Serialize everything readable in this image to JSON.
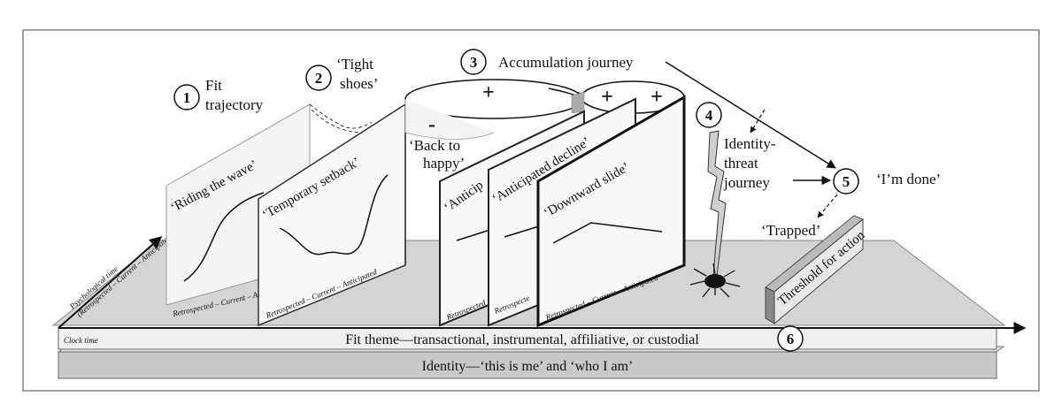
{
  "stages": {
    "fit": {
      "num": "1",
      "line1": "Fit",
      "line2": "trajectory"
    },
    "tight": {
      "num": "2",
      "line1": "‘Tight",
      "line2": "shoes’"
    },
    "accum": {
      "num": "3",
      "label": "Accumulation journey"
    },
    "threat": {
      "num": "4",
      "line1": "Identity-",
      "line2": "threat",
      "line3": "journey"
    },
    "done": {
      "num": "5",
      "label": "‘I’m done’"
    },
    "trapped": {
      "label": "‘Trapped’"
    },
    "theme": {
      "num": "6"
    }
  },
  "back_to_happy": {
    "line1": "‘Back to",
    "line2": "happy’"
  },
  "signs": {
    "plus": "+",
    "minus": "-"
  },
  "panels": {
    "riding": "‘Riding the wave’",
    "setback": "‘Temporary setback’",
    "anticip_partial": "‘Anticip",
    "decline": "‘Anticipated decline’",
    "downward": "‘Downward slide’",
    "axis_full": "Retrospected – Current – Anticipated",
    "axis_riding": "Retrospected – Current – A",
    "axis_retro": "Retrospected",
    "axis_retro2": "Retrospecte"
  },
  "axes": {
    "psych_line1": "Psychological time",
    "psych_line2": "(Retrospected – Current – Anticipated)",
    "clock": "Clock time"
  },
  "threshold": "Threshold for action",
  "bars": {
    "fit_theme": "Fit theme—transactional, instrumental, affiliative, or custodial",
    "identity": "Identity—‘this is me’ and ‘who I am’"
  }
}
